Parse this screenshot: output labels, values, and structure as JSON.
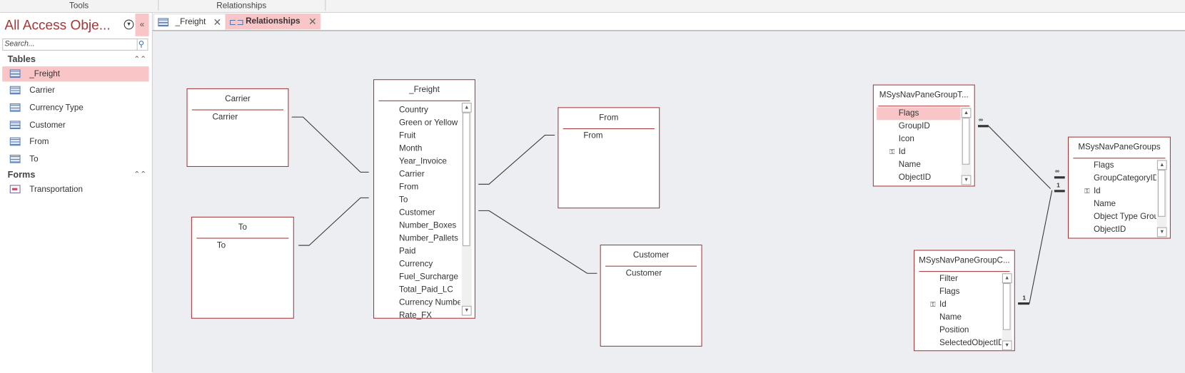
{
  "ribbon": {
    "tools": "Tools",
    "relationships": "Relationships"
  },
  "nav": {
    "title": "All Access Obje...",
    "search_placeholder": "Search...",
    "groups": [
      {
        "label": "Tables",
        "items": [
          "_Freight",
          "Carrier",
          "Currency Type",
          "Customer",
          "From",
          "To"
        ]
      },
      {
        "label": "Forms",
        "items": [
          "Transportation"
        ]
      }
    ],
    "selected": "_Freight"
  },
  "tabs": [
    {
      "label": "_Freight",
      "active": false
    },
    {
      "label": "Relationships",
      "active": true
    }
  ],
  "tables": {
    "carrier": {
      "title": "Carrier",
      "fields": [
        "Carrier"
      ]
    },
    "to": {
      "title": "To",
      "fields": [
        "To"
      ]
    },
    "freight": {
      "title": "_Freight",
      "fields": [
        "Country",
        "Green or Yellow",
        "Fruit",
        "Month",
        "Year_Invoice",
        "Carrier",
        "From",
        "To",
        "Customer",
        "Number_Boxes",
        "Number_Pallets",
        "Paid",
        "Currency",
        "Fuel_Surcharge",
        "Total_Paid_LC",
        "Currency Number",
        "Rate_FX"
      ]
    },
    "from": {
      "title": "From",
      "fields": [
        "From"
      ]
    },
    "customer": {
      "title": "Customer",
      "fields": [
        "Customer"
      ]
    },
    "navgroupt": {
      "title": "MSysNavPaneGroupT...",
      "fields": [
        "Flags",
        "GroupID",
        "Icon",
        "Id",
        "Name",
        "ObjectID"
      ],
      "key": "Id",
      "selected": "Flags"
    },
    "navgroups": {
      "title": "MSysNavPaneGroups",
      "fields": [
        "Flags",
        "GroupCategoryID",
        "Id",
        "Name",
        "Object Type Group",
        "ObjectID"
      ],
      "key": "Id"
    },
    "navgroupc": {
      "title": "MSysNavPaneGroupC...",
      "fields": [
        "Filter",
        "Flags",
        "Id",
        "Name",
        "Position",
        "SelectedObjectID"
      ],
      "key": "Id"
    }
  },
  "cardinality": {
    "one": "1",
    "many": "∞"
  },
  "colors": {
    "accent": "#a4373a",
    "highlight": "#f9c5c7",
    "canvas": "#eceef1"
  }
}
